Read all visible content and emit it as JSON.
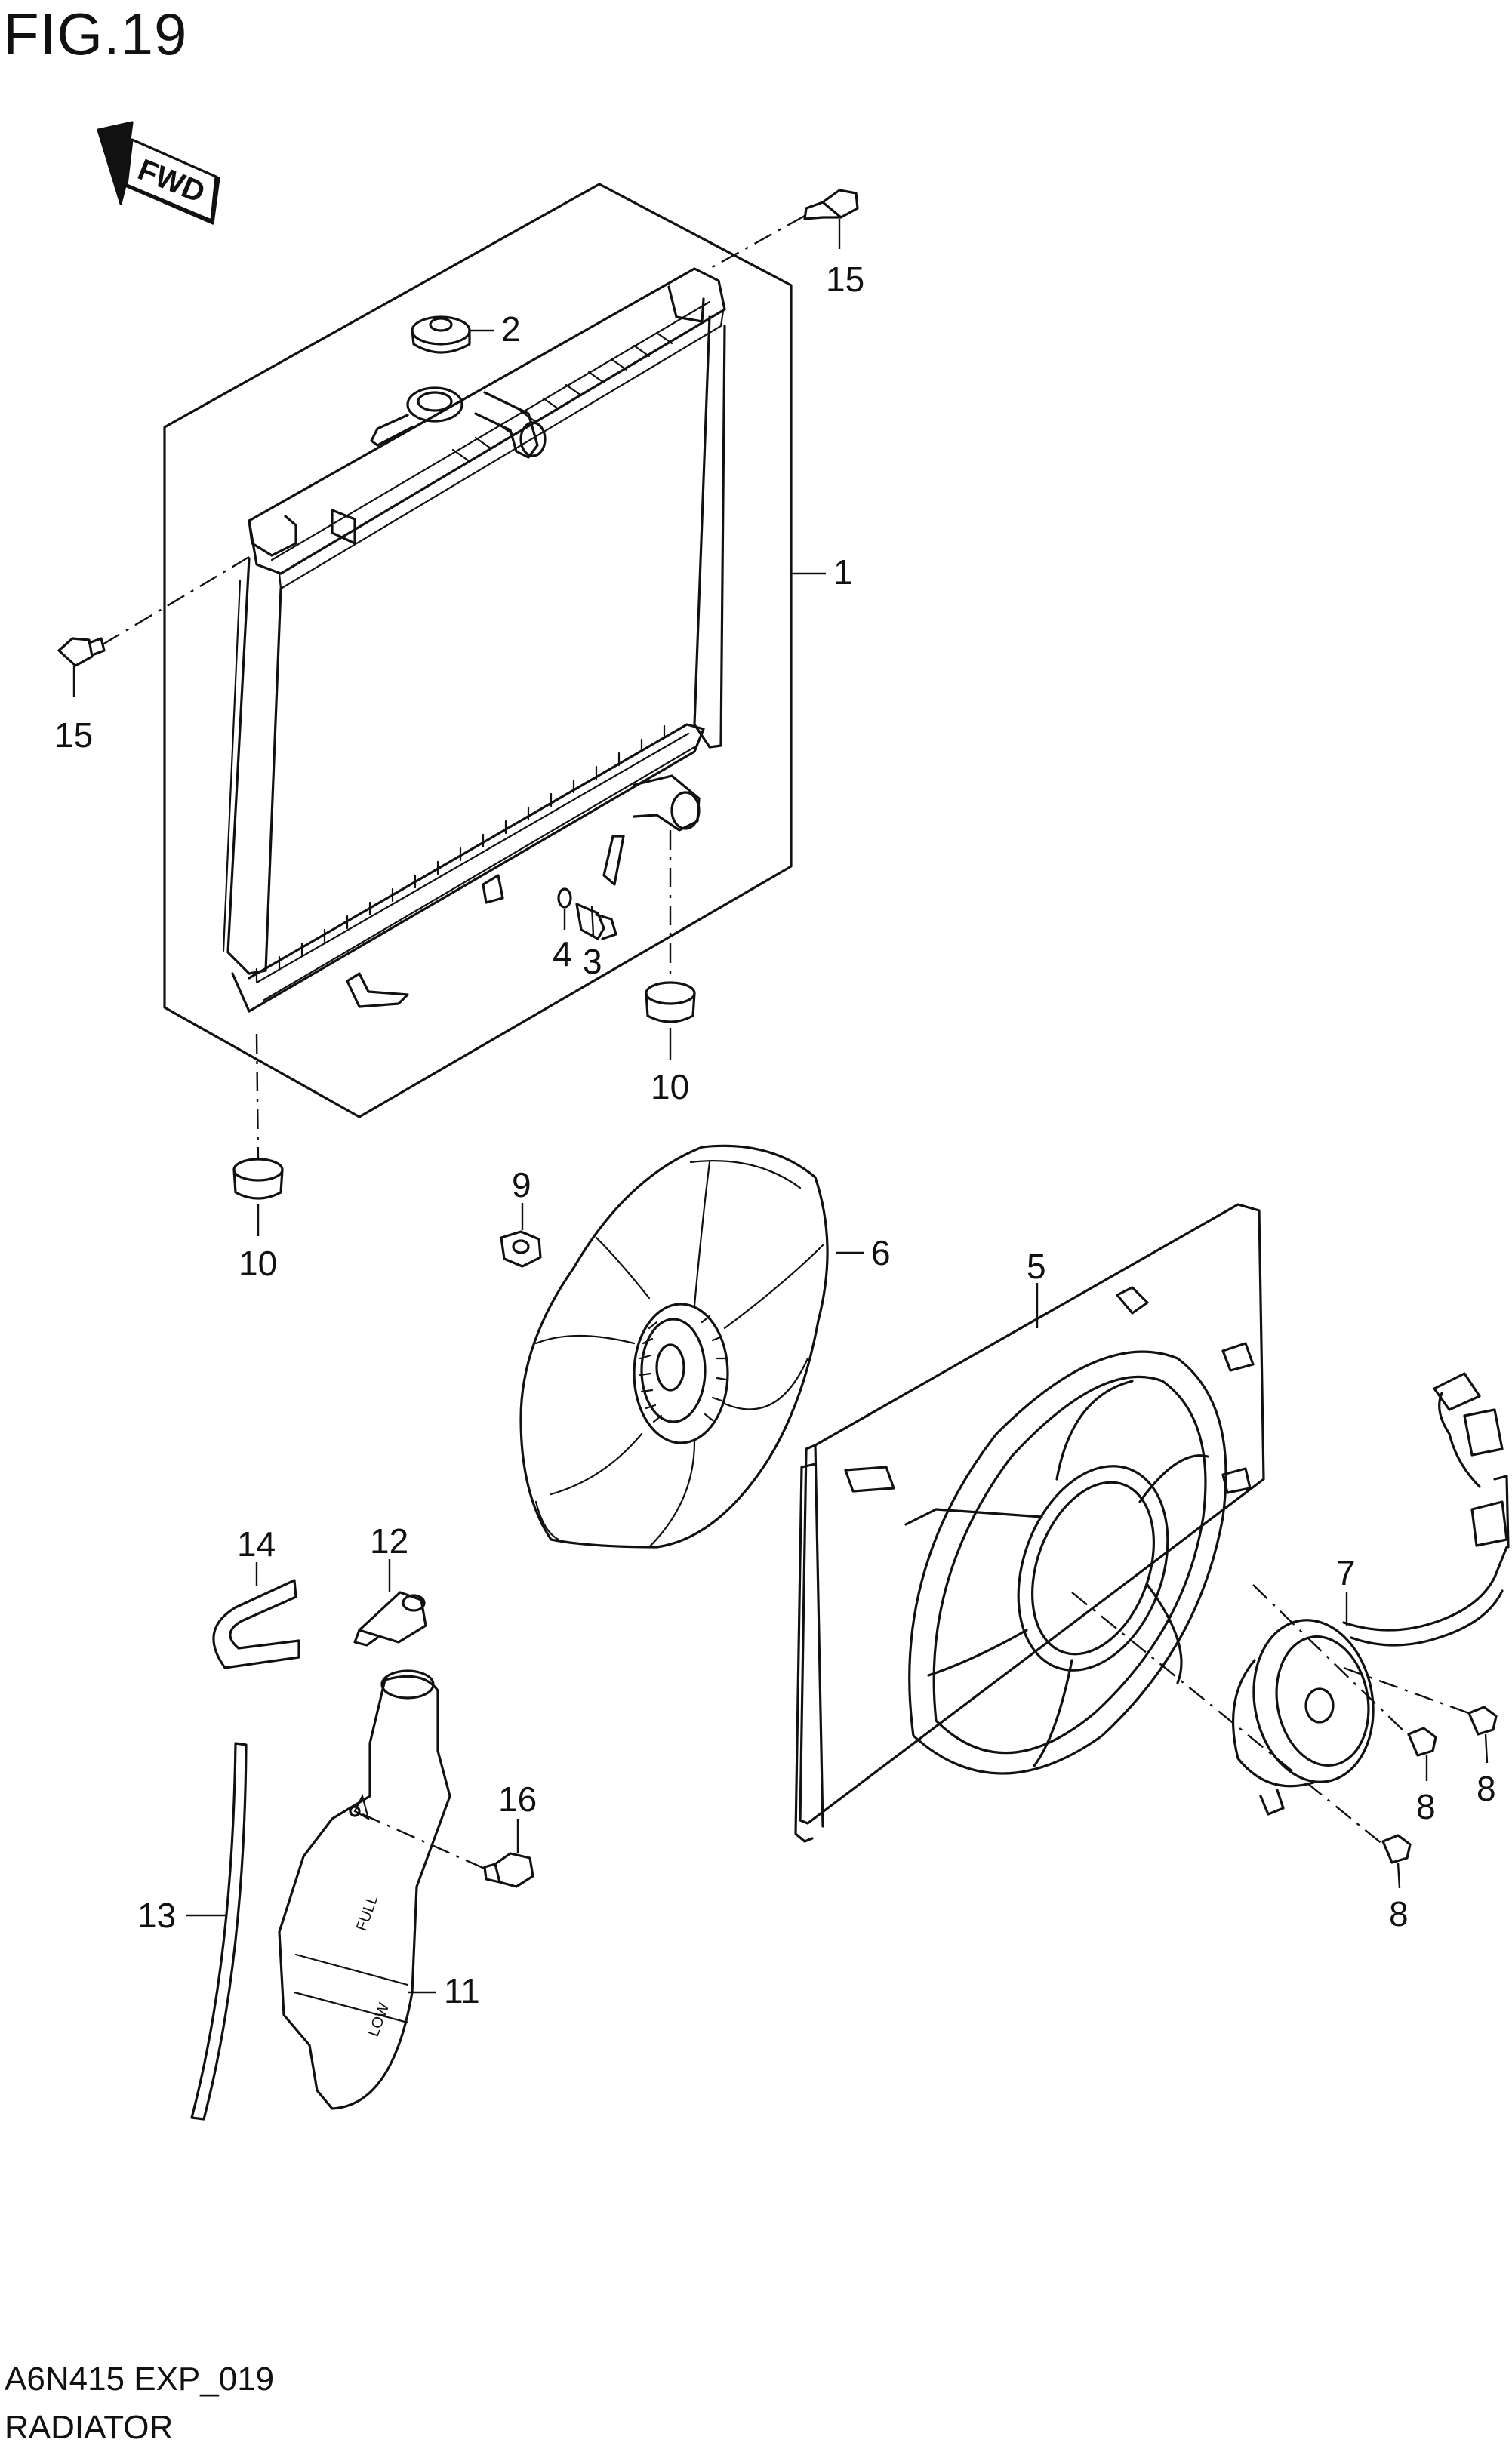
{
  "header": {
    "figure_label": "FIG.19"
  },
  "footer": {
    "diagram_code": "A6N415 EXP_019",
    "section_name": "RADIATOR"
  },
  "direction_arrow": {
    "label": "FWD"
  },
  "callouts": {
    "c1": "1",
    "c2": "2",
    "c3": "3",
    "c4": "4",
    "c5": "5",
    "c6": "6",
    "c7": "7",
    "c8a": "8",
    "c8b": "8",
    "c8c": "8",
    "c9": "9",
    "c10a": "10",
    "c10b": "10",
    "c11": "11",
    "c12": "12",
    "c13": "13",
    "c14": "14",
    "c15a": "15",
    "c15b": "15",
    "c16": "16"
  },
  "tank_markings": {
    "full": "FULL",
    "low": "LOW"
  }
}
